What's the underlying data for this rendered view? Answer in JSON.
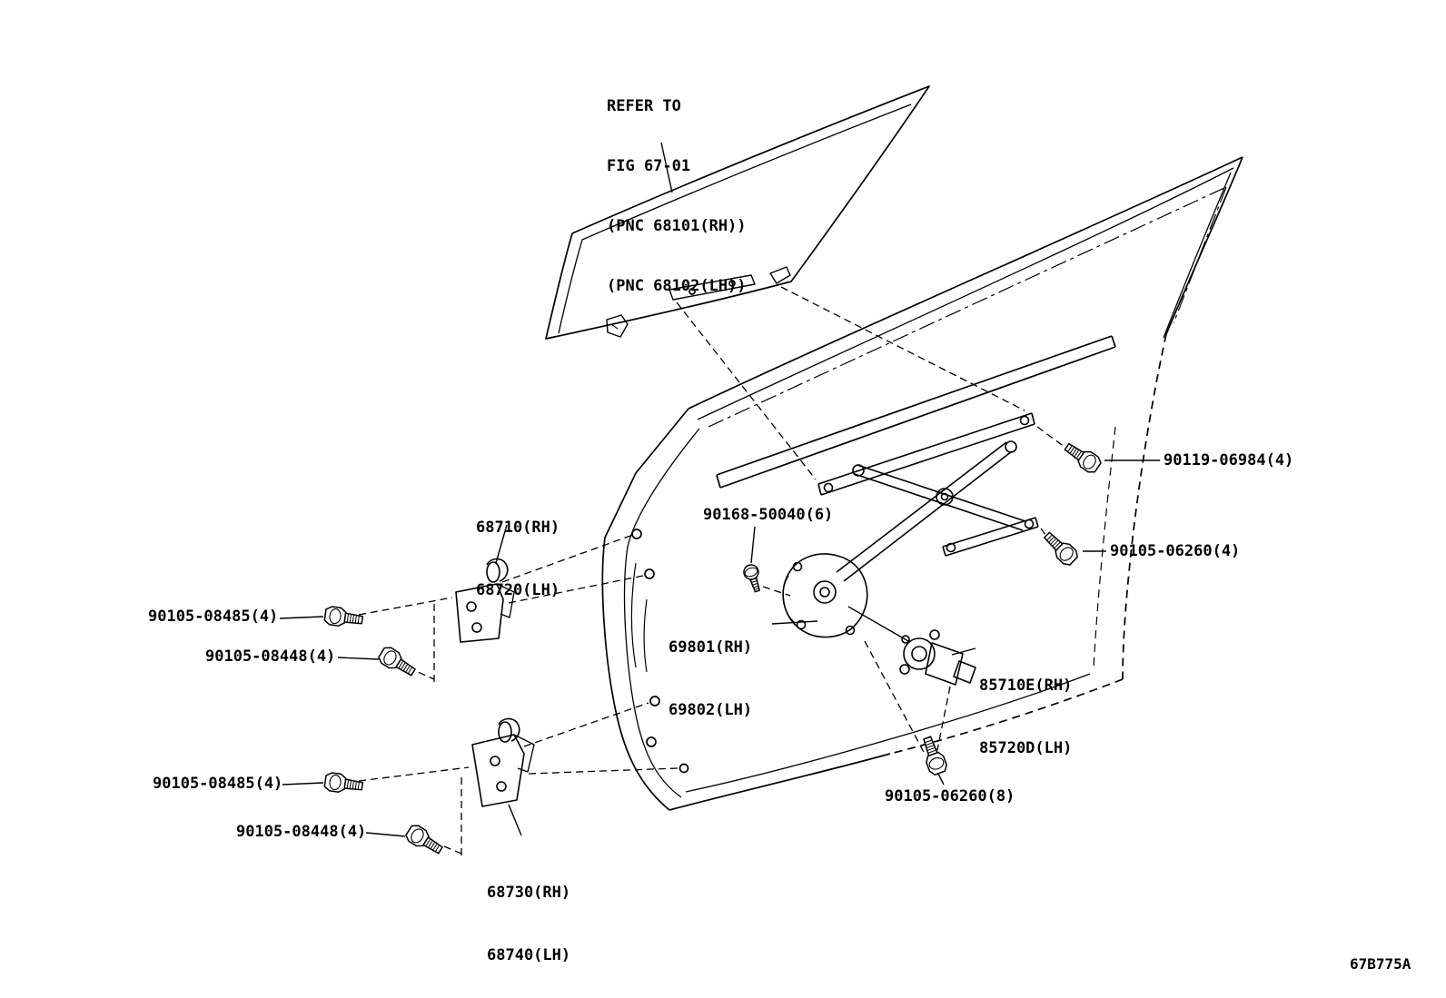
{
  "diagram": {
    "code": "67B775A",
    "background": "#ffffff",
    "line_color": "#000000"
  },
  "refer_note": {
    "lines": [
      "REFER TO",
      "FIG 67-01",
      "(PNC 68101(RH))",
      "(PNC 68102(LH))"
    ]
  },
  "labels": {
    "hinge_upper_rh": "68710(RH)",
    "hinge_upper_lh": "68720(LH)",
    "hinge_lower_rh": "68730(RH)",
    "hinge_lower_lh": "68740(LH)",
    "regulator_rh": "69801(RH)",
    "regulator_lh": "69802(LH)",
    "motor_rh": "85710E(RH)",
    "motor_lh": "85720D(LH)",
    "bolt_08485_upper": "90105-08485(4)",
    "bolt_08448_upper": "90105-08448(4)",
    "bolt_08485_lower": "90105-08485(4)",
    "bolt_08448_lower": "90105-08448(4)",
    "screw_90168": "90168-50040(6)",
    "bolt_90119": "90119-06984(4)",
    "bolt_06260_side": "90105-06260(4)",
    "bolt_06260_bottom": "90105-06260(8)"
  }
}
